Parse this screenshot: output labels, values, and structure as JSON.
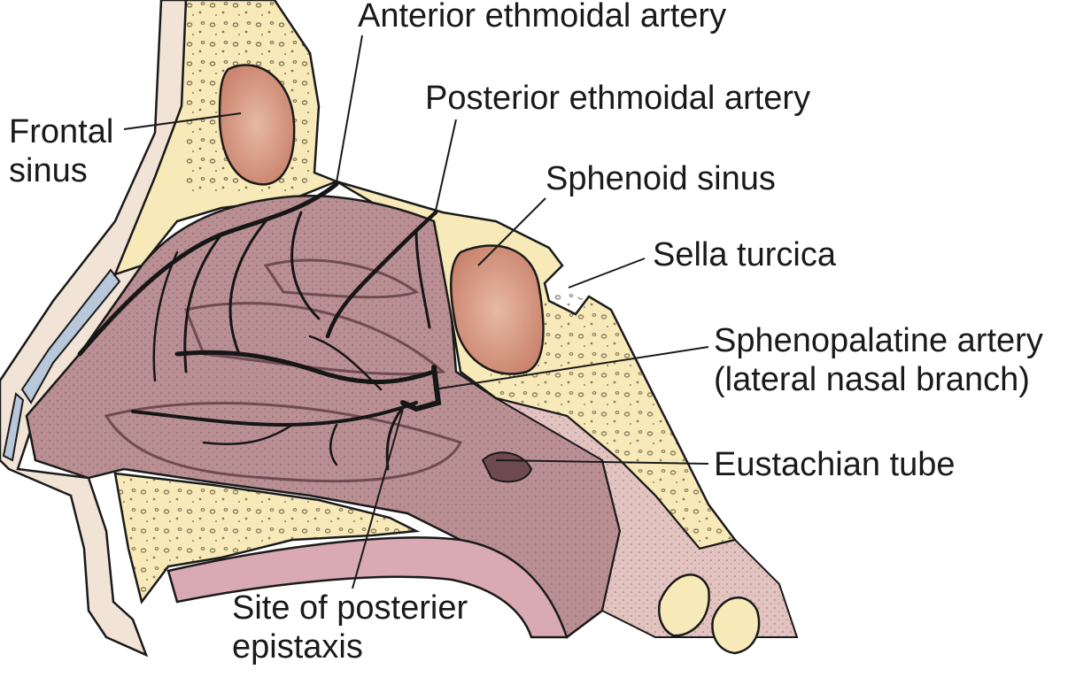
{
  "figure": {
    "colors": {
      "bone": "#f7e9b8",
      "bone_marrow": "#f3cf96",
      "mucosa": "#b98f93",
      "mucosa_dark": "#9c747a",
      "sinus_fill": "#d99a80",
      "soft_palate": "#d9a9b4",
      "skin": "#f1e3d6",
      "cartilage": "#b8c8da",
      "artery": "#161616",
      "line": "#1a1a1a"
    },
    "labels": {
      "anterior_ethmoidal_artery": "Anterior ethmoidal artery",
      "posterior_ethmoidal_artery": "Posterior ethmoidal artery",
      "frontal_sinus_line1": "Frontal",
      "frontal_sinus_line2": "sinus",
      "sphenoid_sinus": "Sphenoid sinus",
      "sella_turcica": "Sella turcica",
      "sphenopalatine_line1": "Sphenopalatine artery",
      "sphenopalatine_line2": "(lateral nasal branch)",
      "eustachian_tube": "Eustachian tube",
      "posterior_epistaxis_line1": "Site of posterier",
      "posterior_epistaxis_line2": "epistaxis"
    }
  }
}
